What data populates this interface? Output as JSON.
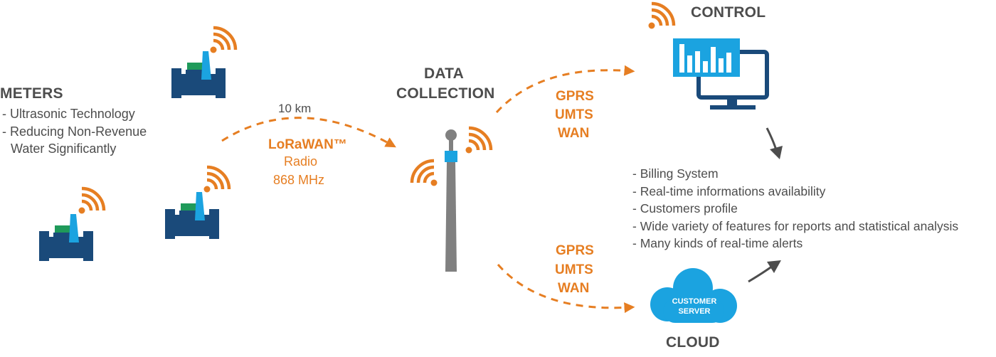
{
  "meters": {
    "title": "METERS",
    "lines": [
      "- Ultrasonic Technology",
      "- Reducing Non-Revenue",
      "  Water Significantly"
    ]
  },
  "link_meters": {
    "distance": "10 km",
    "protocol": "LoRaWAN™",
    "type": "Radio",
    "frequency": "868 MHz"
  },
  "data_collection": {
    "line1": "DATA",
    "line2": "COLLECTION"
  },
  "link_control": [
    "GPRS",
    "UMTS",
    "WAN"
  ],
  "link_cloud": [
    "GPRS",
    "UMTS",
    "WAN"
  ],
  "control": {
    "title": "CONTROL"
  },
  "cloud": {
    "title": "CLOUD",
    "server_line1": "CUSTOMER",
    "server_line2": "SERVER"
  },
  "features": [
    "- Billing System",
    "- Real-time informations availability",
    "- Customers profile",
    "- Wide variety of features for reports and statistical analysis",
    "- Many kinds of real-time alerts"
  ],
  "colors": {
    "orange": "#e67e22",
    "navy": "#1a4a7a",
    "light_blue": "#1ba3e0",
    "green": "#1f9a5a",
    "grey": "#4d4d4d"
  },
  "icons": [
    "water-meter-icon",
    "wifi-signal-icon",
    "antenna-tower-icon",
    "monitor-icon",
    "cloud-icon",
    "arrow-icon"
  ]
}
